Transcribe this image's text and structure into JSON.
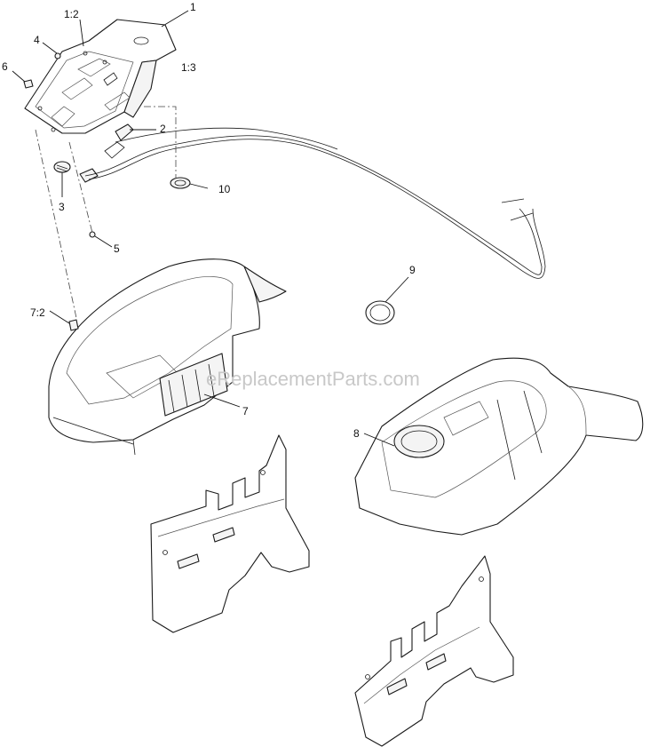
{
  "callouts": {
    "c1": "1",
    "c1_2": "1:2",
    "c1_3": "1:3",
    "c2": "2",
    "c3": "3",
    "c4": "4",
    "c5": "5",
    "c6": "6",
    "c7": "7",
    "c7_2": "7:2",
    "c8": "8",
    "c9": "9",
    "c10": "10"
  },
  "watermark": "eReplacementParts.com"
}
